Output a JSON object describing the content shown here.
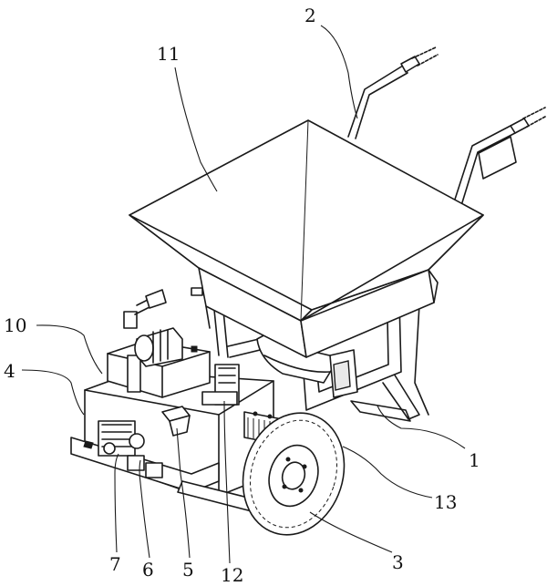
{
  "labels": {
    "l1": "1",
    "l2": "2",
    "l3": "3",
    "l4": "4",
    "l5": "5",
    "l6": "6",
    "l7": "7",
    "l10": "10",
    "l11": "11",
    "l12": "12",
    "l13": "13"
  }
}
